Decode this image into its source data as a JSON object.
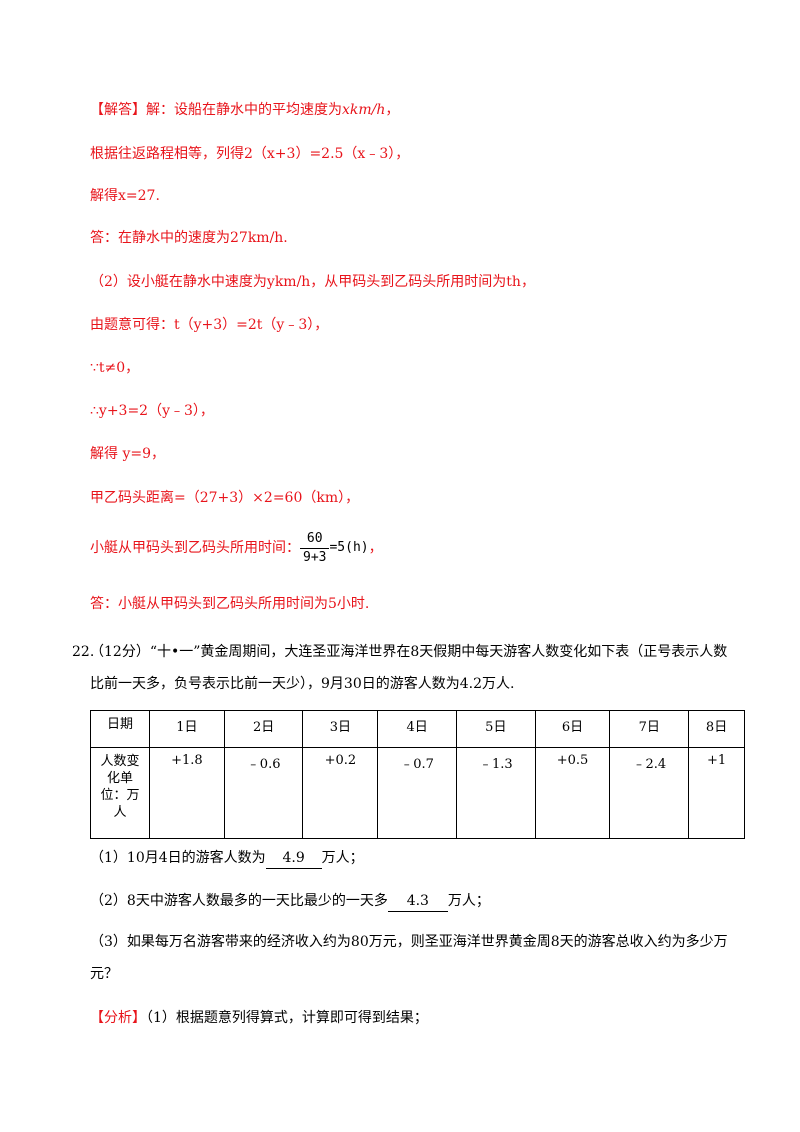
{
  "solution": {
    "tag": "【解答】",
    "l1": "解：设船在静水中的平均速度为",
    "l1_var": "xkm/h",
    "l1_end": "，",
    "l2": "根据往返路程相等，列得2（x+3）=2.5（x﹣3），",
    "l3": "解得x=27.",
    "l4": "答：在静水中的速度为27km/h.",
    "l5": "（2）设小艇在静水中速度为ykm/h，从甲码头到乙码头所用时间为th，",
    "l6": "由题意可得：t（y+3）=2t（y﹣3），",
    "l7": "∵t≠0，",
    "l8": "∴y+3=2（y﹣3），",
    "l9": "解得 y=9，",
    "l10": "甲乙码头距离=（27+3）×2=60（km），",
    "l11_text": "小艇从甲码头到乙码头所用时间：",
    "l11_num": "60",
    "l11_den": "9+3",
    "l11_rest": "=5(h)",
    "l11_end": "，",
    "l12": "答：小艇从甲码头到乙码头所用时间为5小时."
  },
  "question": {
    "number": "22.",
    "text": "（12分）“十•一”黄金周期间，大连圣亚海洋世界在8天假期中每天游客人数变化如下表（正号表示人数比前一天多，负号表示比前一天少），9月30日的游客人数为4.2万人.",
    "table": {
      "header": [
        "日期",
        "1日",
        "2日",
        "3日",
        "4日",
        "5日",
        "6日",
        "7日",
        "8日"
      ],
      "row_label": "人数变化单位：万人",
      "values": [
        "+1.8",
        "﹣0.6",
        "+0.2",
        "﹣0.7",
        "﹣1.3",
        "+0.5",
        "﹣2.4",
        "+1"
      ]
    },
    "p1_pre": "（1）10月4日的游客人数为",
    "p1_ans": "4.9",
    "p1_post": "万人；",
    "p2_pre": "（2）8天中游客人数最多的一天比最少的一天多",
    "p2_ans": "4.3",
    "p2_post": "万人；",
    "p3": "（3）如果每万名游客带来的经济收入约为80万元，则圣亚海洋世界黄金周8天的游客总收入约为多少万元？"
  },
  "analysis": {
    "tag": "【分析】",
    "text": "（1）根据题意列得算式，计算即可得到结果；"
  }
}
